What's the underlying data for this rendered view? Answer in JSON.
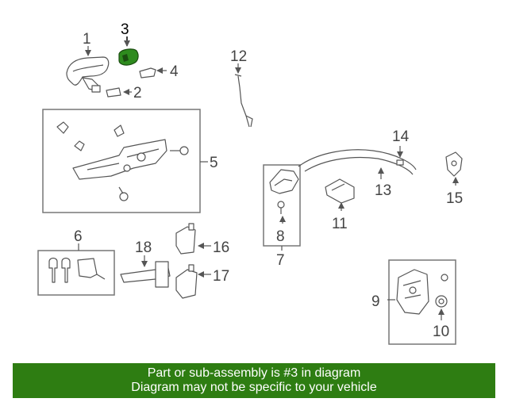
{
  "callouts": {
    "c1": "1",
    "c2": "2",
    "c3": "3",
    "c4": "4",
    "c5": "5",
    "c6": "6",
    "c7": "7",
    "c8": "8",
    "c9": "9",
    "c10": "10",
    "c11": "11",
    "c12": "12",
    "c13": "13",
    "c14": "14",
    "c15": "15",
    "c16": "16",
    "c17": "17",
    "c18": "18"
  },
  "highlight": {
    "part_number": "3",
    "color": "#2e8b1e"
  },
  "banner": {
    "line1": "Part or sub-assembly is #3 in diagram",
    "line2": "Diagram may not be specific to your vehicle",
    "background": "#2e7d12",
    "text_color": "#ffffff"
  }
}
